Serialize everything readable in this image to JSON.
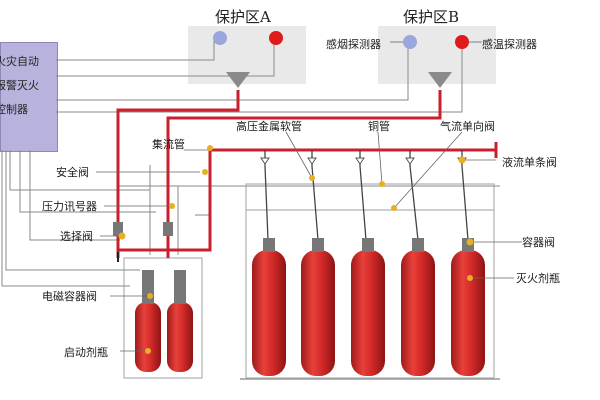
{
  "zones": {
    "a": {
      "title": "保护区A"
    },
    "b": {
      "title": "保护区B"
    }
  },
  "controller": {
    "lines": [
      "火灾自动",
      "报警灭火",
      "控制器"
    ]
  },
  "labels": {
    "smoke_detector": "感烟探测器",
    "heat_detector": "感温探测器",
    "collector_pipe": "集流管",
    "hose": "高压金属软管",
    "copper_pipe": "铜管",
    "gas_check_valve": "气流单向阀",
    "liquid_check_valve": "液流单条阀",
    "safety_valve": "安全阀",
    "pressure_signal": "压力讯号器",
    "selector_valve": "选择阀",
    "solenoid_valve": "电磁容器阀",
    "start_cylinder": "启动剂瓶",
    "container_valve": "容器阀",
    "agent_cylinder": "灭火剂瓶"
  },
  "colors": {
    "pipe": "#c8202c",
    "cylinder": "#d42a2a",
    "zone_bg": "#e9e9e9",
    "controller_bg": "#b7b3dc",
    "smoke_dot": "#9aa6dc",
    "heat_dot": "#e01a1a",
    "pointer": "#e8b020"
  }
}
